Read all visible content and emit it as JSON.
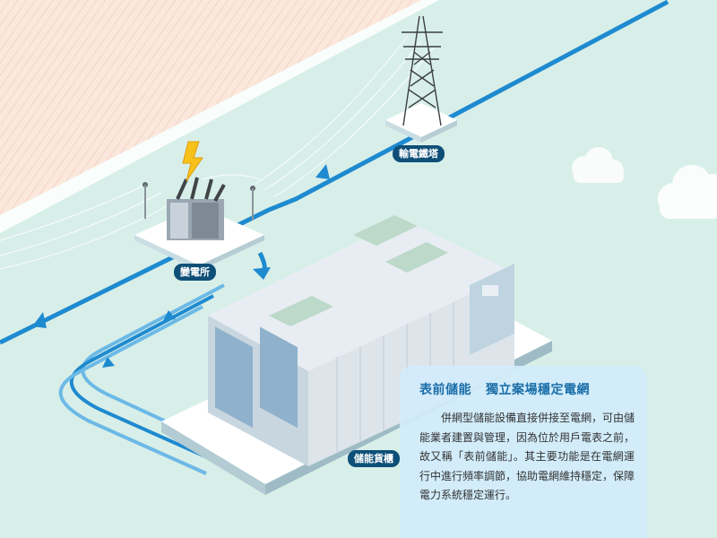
{
  "labels": {
    "tower": "輸電鐵塔",
    "substation": "變電所",
    "storage": "儲能貨櫃"
  },
  "info": {
    "title_part1": "表前儲能",
    "title_part2": "獨立案場穩定電網",
    "body": "併網型儲能設備直接併接至電網，可由儲能業者建置與管理，因為位於用戶電表之前，故又稱「表前儲能」。其主要功能是在電網運行中進行頻率調節，協助電網維持穩定，保障電力系統穩定運行。"
  },
  "colors": {
    "background": "#d8efe9",
    "land": "#fbe7dc",
    "flow": "#1e8ad0",
    "label_bg": "#0e4f78",
    "info_bg": "#d1ecfb",
    "info_title": "#1a6ea8"
  },
  "icons": [
    "power-tower-icon",
    "transformer-icon",
    "lightning-bolt-icon",
    "cloud-icon",
    "flow-arrow-icon"
  ]
}
